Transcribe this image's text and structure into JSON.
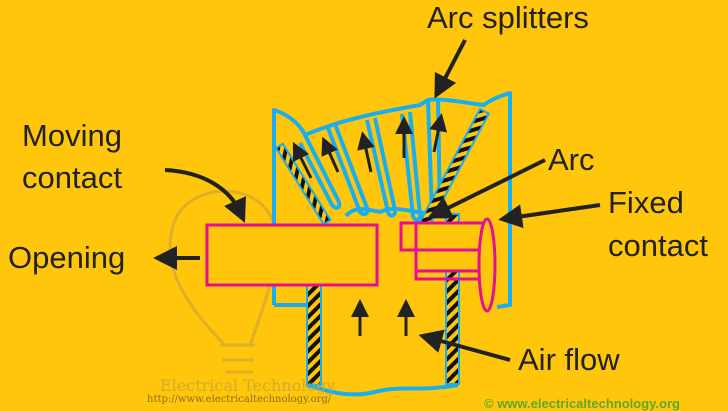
{
  "labels": {
    "arc_splitters": "Arc splitters",
    "moving_contact_line1": "Moving",
    "moving_contact_line2": "contact",
    "opening": "Opening",
    "arc": "Arc",
    "fixed_contact_line1": "Fixed",
    "fixed_contact_line2": "contact",
    "air_flow": "Air flow"
  },
  "watermarks": {
    "brand": "Electrical Technology",
    "url": "http://www.electricaltechnology.org/",
    "copyright": "© www.electricaltechnology.org"
  },
  "colors": {
    "background": "#FFC60B",
    "housing": "#19AEEF",
    "contacts": "#E5108F",
    "arrows": "#222222"
  }
}
